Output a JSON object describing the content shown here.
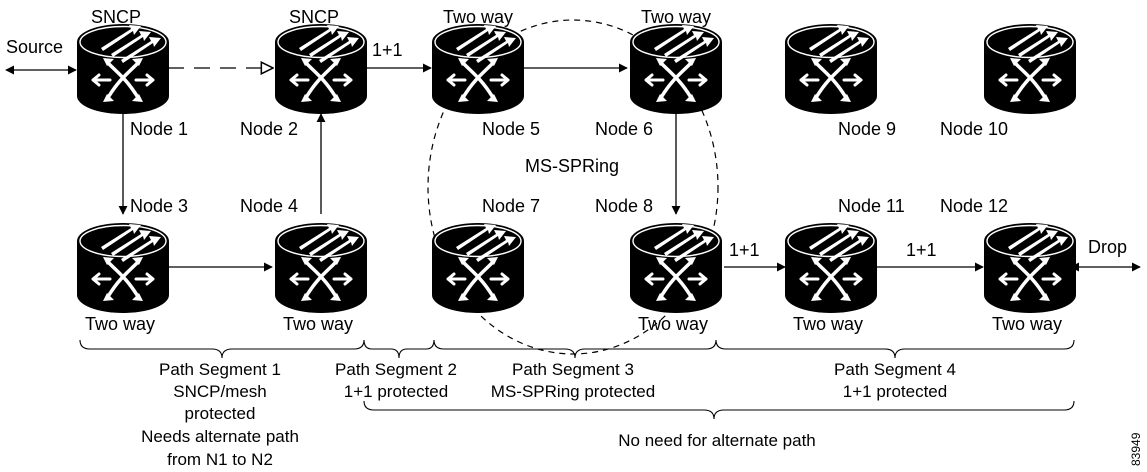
{
  "top_labels": {
    "n1": "SNCP",
    "n2": "SNCP",
    "n5": "Two way",
    "n6": "Two way"
  },
  "bottom_labels": {
    "n3": "Two way",
    "n4": "Two way",
    "n8": "Two way",
    "n11": "Two way",
    "n12": "Two way"
  },
  "nodes": {
    "n1": "Node 1",
    "n2": "Node 2",
    "n3": "Node 3",
    "n4": "Node 4",
    "n5": "Node 5",
    "n6": "Node 6",
    "n7": "Node 7",
    "n8": "Node 8",
    "n9": "Node 9",
    "n10": "Node 10",
    "n11": "Node 11",
    "n12": "Node 12"
  },
  "endpoints": {
    "source": "Source",
    "drop": "Drop"
  },
  "links": {
    "n2_n5": "1+1",
    "n8_n11": "1+1",
    "n11_n12": "1+1"
  },
  "ring_label": "MS-SPRing",
  "segments": {
    "s1": [
      "Path Segment 1",
      "SNCP/mesh",
      "protected",
      "Needs alternate path",
      "from N1 to N2"
    ],
    "s2": [
      "Path Segment 2",
      "1+1 protected"
    ],
    "s3": [
      "Path Segment 3",
      "MS-SPRing protected"
    ],
    "s4": [
      "Path Segment 4",
      "1+1 protected"
    ],
    "no_alt": "No need for alternate path"
  },
  "figure_id": "83949"
}
